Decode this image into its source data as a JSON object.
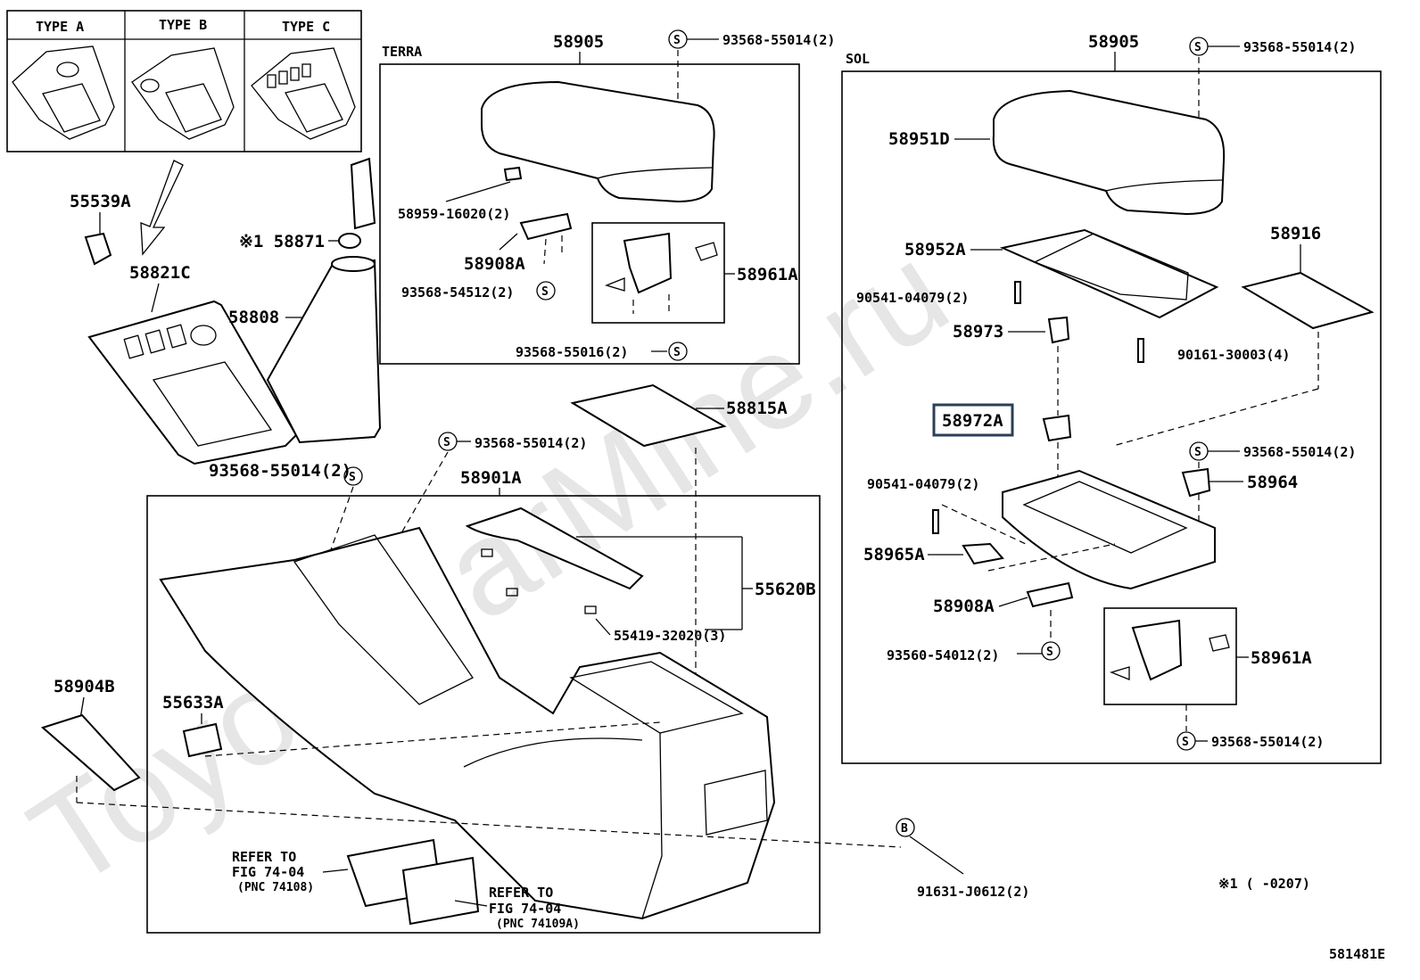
{
  "watermark": "ToyotaCarMine.ru",
  "figure_code": "581481E",
  "note_star": "※1 (     -0207)",
  "type_table": {
    "type_a": "TYPE A",
    "type_b": "TYPE B",
    "type_c": "TYPE C"
  },
  "sections": {
    "terra": "TERRA",
    "sol": "SOL"
  },
  "parts": {
    "p55539A": "55539A",
    "p58821C": "58821C",
    "p58871": "※1 58871",
    "p58808": "58808",
    "p93568_55014_lower_left": "93568-55014(2)",
    "t58905": "58905",
    "t93568_55014": "93568-55014(2)",
    "t58959_16020": "58959-16020(2)",
    "t58908A": "58908A",
    "t93568_54512": "93568-54512(2)",
    "t58961A": "58961A",
    "t93568_55016": "93568-55016(2)",
    "p58815A": "58815A",
    "p93568_55014_mid": "93568-55014(2)",
    "p58901A": "58901A",
    "p55620B": "55620B",
    "p55419_32020": "55419-32020(3)",
    "p58904B": "58904B",
    "p55633A": "55633A",
    "refer1_a": "REFER TO",
    "refer1_b": "FIG 74-04",
    "refer1_c": "(PNC 74108)",
    "refer2_a": "REFER TO",
    "refer2_b": "FIG 74-04",
    "refer2_c": "(PNC 74109A)",
    "p91631_J0612": "91631-J0612(2)",
    "s58905": "58905",
    "s93568_55014_top": "93568-55014(2)",
    "s58951D": "58951D",
    "s58952A": "58952A",
    "s58916": "58916",
    "s90541_04079_a": "90541-04079(2)",
    "s58973": "58973",
    "s90161_30003": "90161-30003(4)",
    "s58972A": "58972A",
    "s93568_55014_mid": "93568-55014(2)",
    "s58964": "58964",
    "s90541_04079_b": "90541-04079(2)",
    "s58965A": "58965A",
    "s58908A": "58908A",
    "s93560_54012": "93560-54012(2)",
    "s58961A": "58961A",
    "s93568_55014_bottom": "93568-55014(2)"
  },
  "markers": {
    "s": "S",
    "b": "B"
  },
  "highlight_color": "#2b3f57"
}
